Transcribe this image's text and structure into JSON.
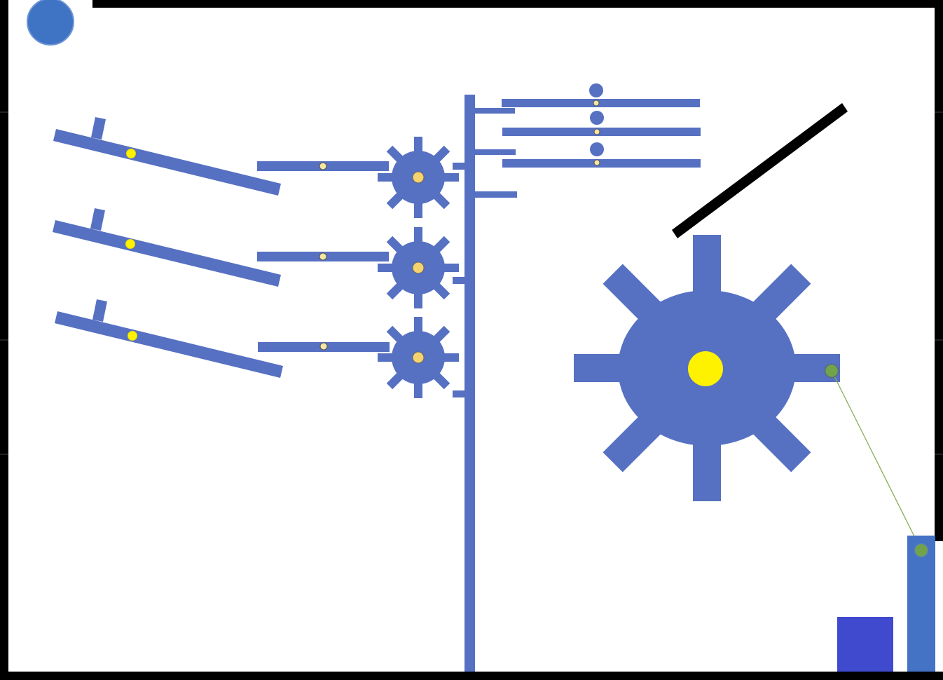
{
  "scene": {
    "background": "#ffffff",
    "wall_color": "#000000",
    "part_color": "#5670C2",
    "pivot_fill": "#F5D36E",
    "pivot_large_fill": "#FFF200",
    "pin_fill": "#F1EC3B",
    "anchor_fill": "#71A34B",
    "rope_color": "#8AAE5A",
    "goal_color": "#3F4ACF",
    "post_color": "#4472C4",
    "ball_color": "#3F73C4",
    "gear_small_teeth": 8,
    "gear_large_teeth": 8,
    "levers_count": 3,
    "small_gears_count": 3,
    "hanging_balls_count": 3
  }
}
